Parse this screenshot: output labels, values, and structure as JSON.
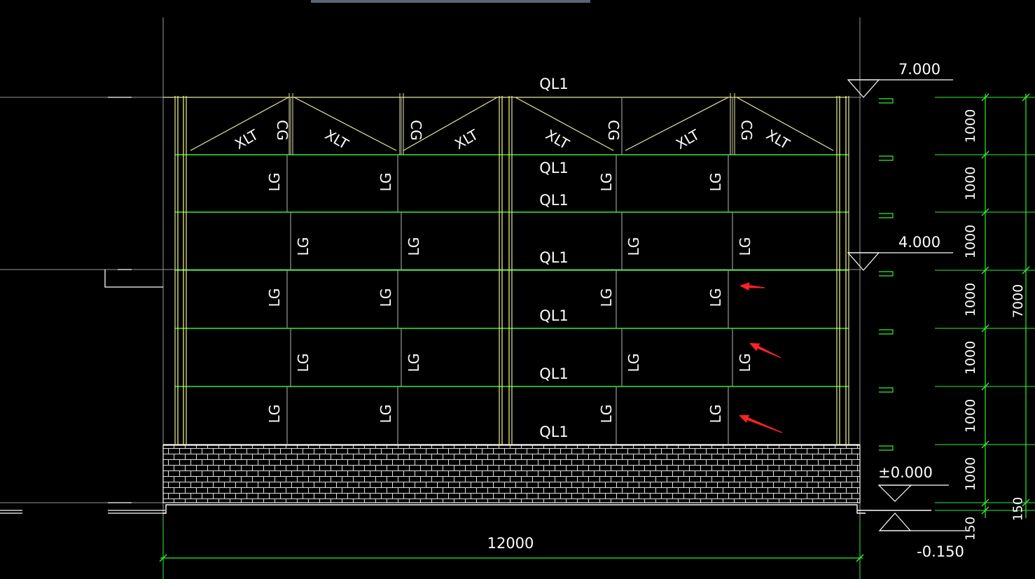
{
  "drawing": {
    "background": "#000000",
    "colors": {
      "white": "#ffffff",
      "yellow": "#ffff66",
      "pale_yellow": "#e8e8a0",
      "green": "#33ee33",
      "dim": "#9a9a9a",
      "red": "#ff2222"
    },
    "beam_label": "QL1",
    "column_label": "LG",
    "brace_label": "XLT",
    "strut_label": "CG",
    "elevations": [
      "7.000",
      "4.000",
      "±0.000",
      "-0.150"
    ],
    "vertical_dims": [
      "1000",
      "1000",
      "1000",
      "1000",
      "1000",
      "1000",
      "1000",
      "150"
    ],
    "total_height": "7000",
    "bottom_150": "150",
    "total_width": "12000",
    "arrow_count": 3
  }
}
